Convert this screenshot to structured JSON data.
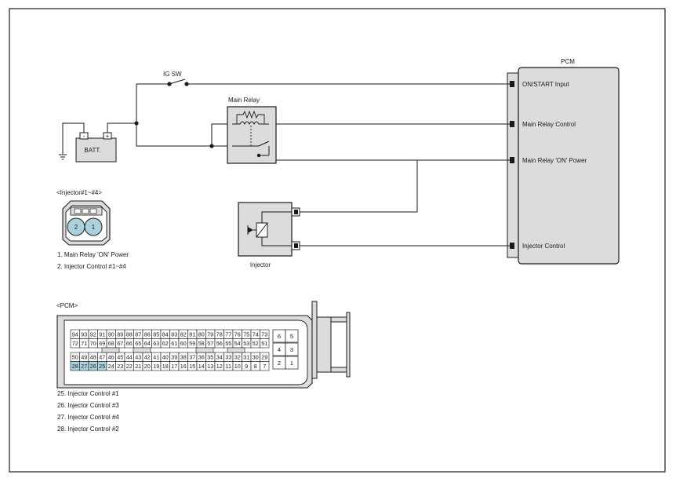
{
  "pcm": {
    "title": "PCM",
    "pins": [
      "ON/START Input",
      "Main Relay Control",
      "Main Relay 'ON' Power",
      "Injector Control"
    ]
  },
  "labels": {
    "ig_sw": "IG SW",
    "main_relay": "Main Relay",
    "batt": "BATT.",
    "batt_minus": "-",
    "batt_plus": "+",
    "injector": "Injector"
  },
  "injector_connector": {
    "title": "<Injector#1~#4>",
    "pin_labels": [
      "2",
      "1"
    ],
    "legend": [
      "1.  Main Relay 'ON' Power",
      "2. Injector Control #1~#4"
    ]
  },
  "pcm_connector": {
    "title": "<PCM>",
    "row1": [
      "94",
      "93",
      "92",
      "91",
      "90",
      "89",
      "88",
      "87",
      "86",
      "85",
      "84",
      "83",
      "82",
      "81",
      "80",
      "79",
      "78",
      "77",
      "76",
      "75",
      "74",
      "73"
    ],
    "row2": [
      "72",
      "71",
      "70",
      "69",
      "68",
      "67",
      "66",
      "65",
      "64",
      "63",
      "62",
      "61",
      "60",
      "59",
      "58",
      "57",
      "56",
      "55",
      "54",
      "53",
      "52",
      "51"
    ],
    "row3": [
      "50",
      "49",
      "48",
      "47",
      "46",
      "45",
      "44",
      "43",
      "42",
      "41",
      "40",
      "39",
      "38",
      "37",
      "36",
      "35",
      "34",
      "33",
      "32",
      "31",
      "30",
      "29"
    ],
    "row4": [
      "28",
      "27",
      "26",
      "25",
      "24",
      "23",
      "22",
      "21",
      "20",
      "19",
      "18",
      "17",
      "16",
      "15",
      "14",
      "13",
      "12",
      "11",
      "10",
      "9",
      "8",
      "7"
    ],
    "small": [
      [
        "6",
        "5"
      ],
      [
        "4",
        "3"
      ],
      [
        "2",
        "1"
      ]
    ],
    "highlight": [
      "28",
      "27",
      "26",
      "25"
    ],
    "highlight_color": "#a9d2dc",
    "legend": [
      "25. Injector Control #1",
      "26. Injector Control #3",
      "27. Injector Control #4",
      "28. Injector Control #2"
    ]
  },
  "colors": {
    "wire": "#1a1a1a",
    "component_fill": "#dcdcdc",
    "connector_fill": "#a9d2dc"
  }
}
